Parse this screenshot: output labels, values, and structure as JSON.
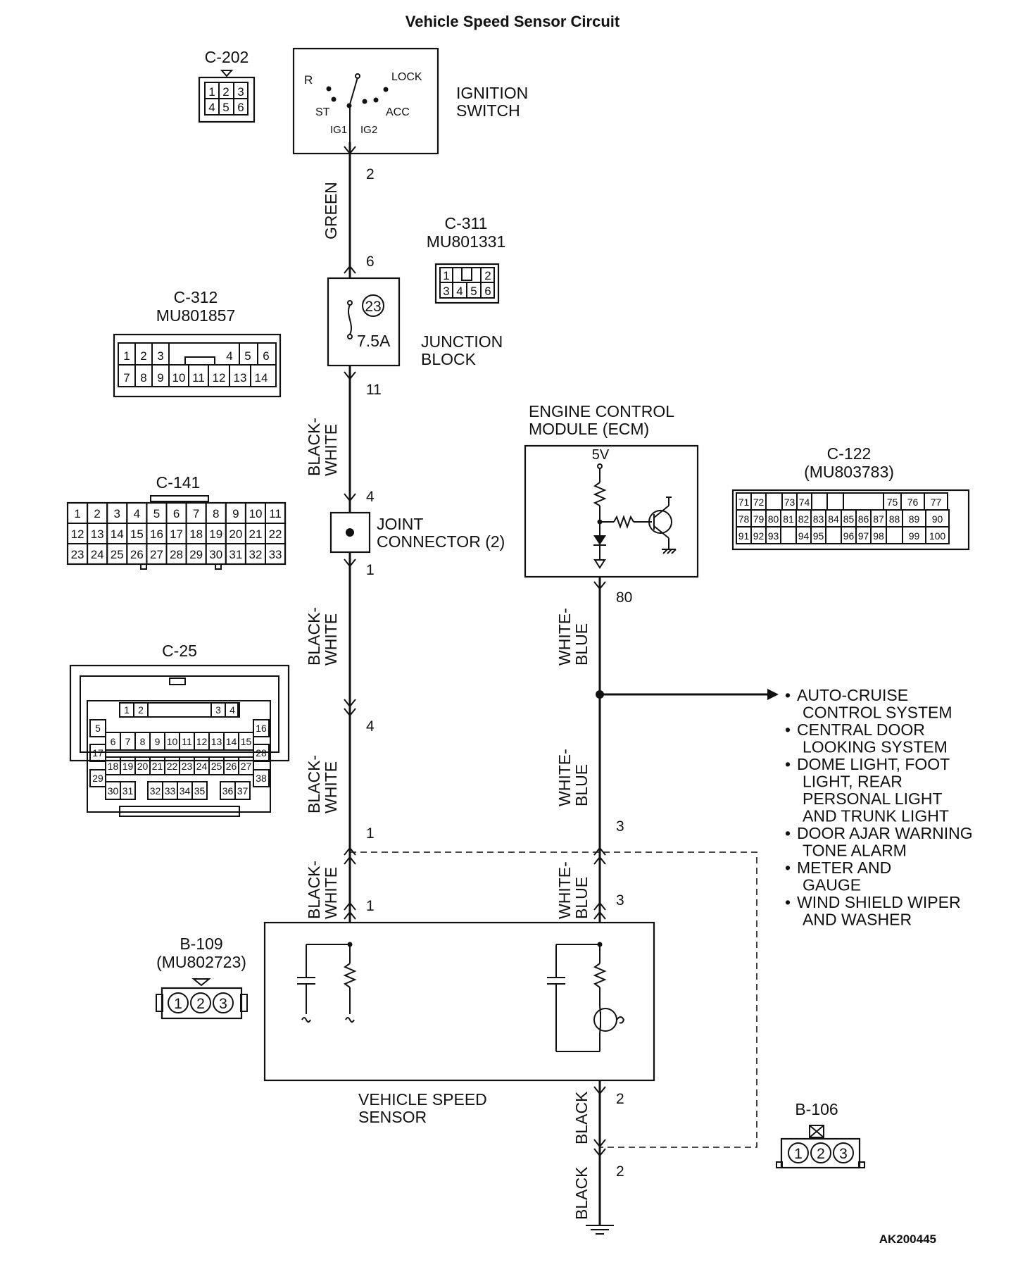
{
  "title": "Vehicle Speed Sensor Circuit",
  "figure_code": "AK200445",
  "components": {
    "ignition_switch": {
      "label_1": "IGNITION",
      "label_2": "SWITCH",
      "positions": {
        "r": "R",
        "lock": "LOCK",
        "st": "ST",
        "acc": "ACC",
        "ig1": "IG1",
        "ig2": "IG2"
      }
    },
    "junction_block": {
      "label_1": "JUNCTION",
      "label_2": "BLOCK",
      "fuse_number": "23",
      "fuse_rating": "7.5A"
    },
    "joint_connector": {
      "label_1": "JOINT",
      "label_2": "CONNECTOR (2)"
    },
    "ecm": {
      "label_1": "ENGINE CONTROL",
      "label_2": "MODULE (ECM)",
      "supply": "5V"
    },
    "vehicle_speed_sensor": {
      "label_1": "VEHICLE SPEED",
      "label_2": "SENSOR"
    }
  },
  "connectors": {
    "c202": {
      "name": "C-202",
      "row1": [
        "1",
        "2",
        "3"
      ],
      "row2": [
        "4",
        "5",
        "6"
      ]
    },
    "c311": {
      "name": "C-311",
      "part": "MU801331",
      "row1": [
        "1",
        "",
        "2"
      ],
      "row2": [
        "3",
        "4",
        "5",
        "6"
      ]
    },
    "c312": {
      "name": "C-312",
      "part": "MU801857",
      "row1": [
        "1",
        "2",
        "3",
        "",
        "4",
        "5",
        "6"
      ],
      "row2": [
        "7",
        "8",
        "9",
        "10",
        "11",
        "12",
        "13",
        "14"
      ]
    },
    "c141": {
      "name": "C-141",
      "row1": [
        "1",
        "2",
        "3",
        "4",
        "5",
        "6",
        "7",
        "8",
        "9",
        "10",
        "11"
      ],
      "row2": [
        "12",
        "13",
        "14",
        "15",
        "16",
        "17",
        "18",
        "19",
        "20",
        "21",
        "22"
      ],
      "row3": [
        "23",
        "24",
        "25",
        "26",
        "27",
        "28",
        "29",
        "30",
        "31",
        "32",
        "33"
      ]
    },
    "c25": {
      "name": "C-25",
      "row1": [
        "1",
        "2",
        "3",
        "4"
      ],
      "row2": [
        "5",
        "16"
      ],
      "row3": [
        "6",
        "7",
        "8",
        "9",
        "10",
        "11",
        "12",
        "13",
        "14",
        "15"
      ],
      "row4": [
        "17",
        "28"
      ],
      "row5": [
        "18",
        "19",
        "20",
        "21",
        "22",
        "23",
        "24",
        "25",
        "26",
        "27"
      ],
      "row6": [
        "29",
        "38"
      ],
      "row7": [
        "30",
        "31",
        "32",
        "33",
        "34",
        "35",
        "36",
        "37"
      ]
    },
    "c122": {
      "name": "C-122",
      "part": "(MU803783)",
      "row1": [
        "71",
        "72",
        "",
        "73",
        "74",
        "",
        "",
        "",
        "75",
        "76",
        "77"
      ],
      "row2": [
        "78",
        "79",
        "80",
        "81",
        "82",
        "83",
        "84",
        "85",
        "86",
        "87",
        "88",
        "89",
        "90"
      ],
      "row3": [
        "91",
        "92",
        "93",
        "",
        "94",
        "95",
        "",
        "96",
        "97",
        "98",
        "",
        "99",
        "100"
      ]
    },
    "b109": {
      "name": "B-109",
      "part": "(MU802723)",
      "pins": [
        "1",
        "2",
        "3"
      ]
    },
    "b106": {
      "name": "B-106",
      "pins": [
        "1",
        "2",
        "3"
      ]
    }
  },
  "wires": {
    "green": "GREEN",
    "black_white_1": "BLACK-",
    "black_white_2": "WHITE",
    "white_blue_1": "WHITE-",
    "white_blue_2": "BLUE",
    "black": "BLACK"
  },
  "pins": {
    "ign_out": "2",
    "jb_in": "6",
    "jb_out": "11",
    "jc_in": "4",
    "jc_out": "1",
    "c_mid_top": "4",
    "c_mid_bot": "1",
    "vss_1": "1",
    "ecm_80": "80",
    "wb_mid": "3",
    "vss_3": "3",
    "vss_2": "2",
    "gnd_2": "2"
  },
  "systems": [
    [
      "AUTO-CRUISE",
      "CONTROL SYSTEM"
    ],
    [
      "CENTRAL DOOR",
      "LOOKING SYSTEM"
    ],
    [
      "DOME LIGHT, FOOT",
      "LIGHT, REAR",
      "PERSONAL LIGHT",
      "AND TRUNK LIGHT"
    ],
    [
      "DOOR AJAR WARNING",
      "TONE ALARM"
    ],
    [
      "METER AND",
      "GAUGE"
    ],
    [
      "WIND SHIELD WIPER",
      "AND WASHER"
    ]
  ],
  "bullet": "•"
}
